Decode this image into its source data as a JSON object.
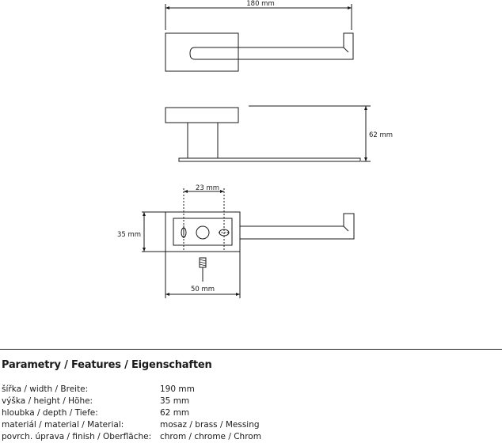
{
  "drawing": {
    "width_dimension": "180 mm",
    "height_dimension": "62 mm",
    "hole_spacing_dimension": "23 mm",
    "plate_height_dimension": "35 mm",
    "plate_width_dimension": "50 mm"
  },
  "specs": {
    "heading": "Parametry / Features / Eigenschaften",
    "rows": [
      {
        "label": "šířka / width / Breite:",
        "value": "190 mm"
      },
      {
        "label": "výška / height / Höhe:",
        "value": "35 mm"
      },
      {
        "label": "hloubka / depth / Tiefe:",
        "value": "62 mm"
      },
      {
        "label": "materiál / material / Material:",
        "value": "mosaz / brass / Messing"
      },
      {
        "label": "povrch. úprava / finish / Oberfläche:",
        "value": "chrom / chrome / Chrom"
      }
    ]
  },
  "colors": {
    "line": "#1a1a1a",
    "background": "#ffffff"
  }
}
